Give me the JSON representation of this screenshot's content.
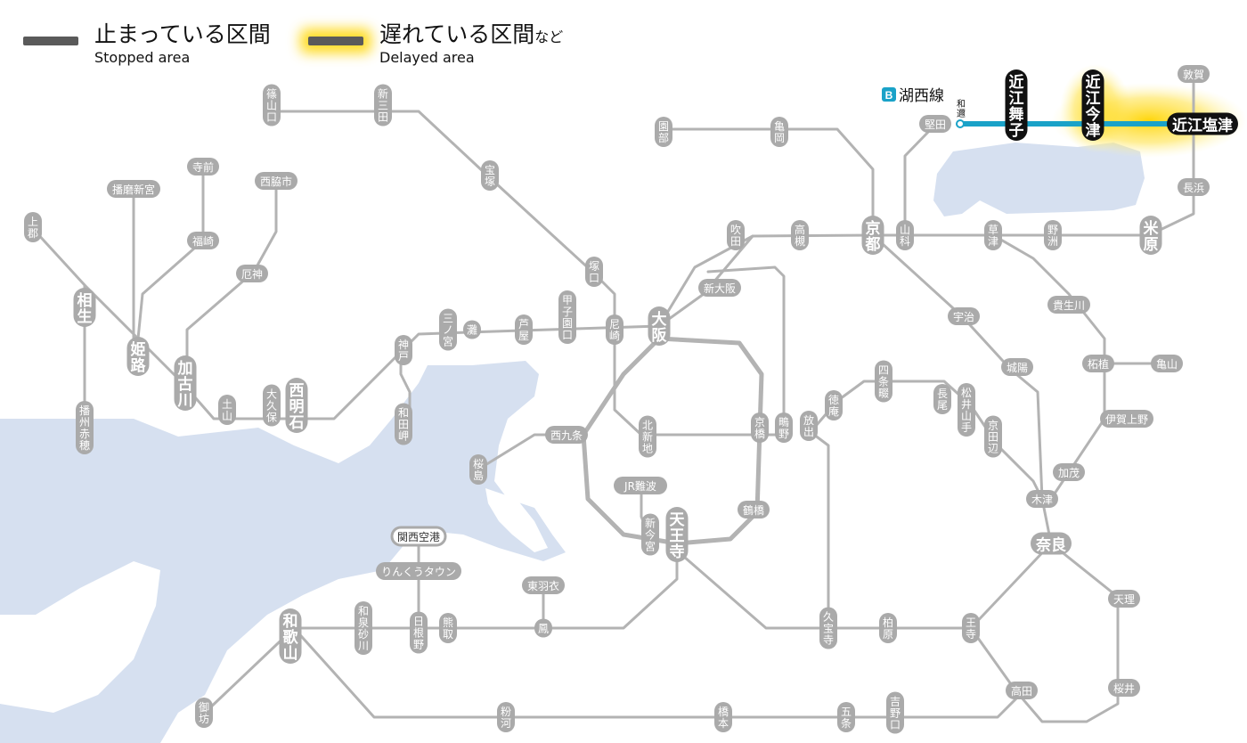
{
  "legend": {
    "stopped": {
      "ja": "止まっている区間",
      "en": "Stopped area"
    },
    "delayed": {
      "ja": "遅れている区間",
      "ja_suffix": "など",
      "en": "Delayed area"
    }
  },
  "colors": {
    "line": "#b3b3b3",
    "station_fill": "#aaaaaa",
    "station_text": "#ffffff",
    "sea": "#d6e0f0",
    "kosei_line": "#1aa2c8",
    "highlight_station": "#111111",
    "delay_glow": "#ffd400"
  },
  "kosei_label": {
    "badge": "B",
    "name": "湖西線"
  },
  "stations": [
    {
      "id": "sasayamaguchi",
      "label": "篠山口"
    },
    {
      "id": "shinsanda",
      "label": "新三田"
    },
    {
      "id": "sonobe",
      "label": "園部"
    },
    {
      "id": "kameoka",
      "label": "亀岡"
    },
    {
      "id": "katata",
      "label": "堅田"
    },
    {
      "id": "wani",
      "label": "和邇"
    },
    {
      "id": "omimaiko",
      "label": "近江舞子"
    },
    {
      "id": "omiimazu",
      "label": "近江今津"
    },
    {
      "id": "omishiotsu",
      "label": "近江塩津"
    },
    {
      "id": "tsuruga",
      "label": "敦賀"
    },
    {
      "id": "nagahama",
      "label": "長浜"
    },
    {
      "id": "maibara",
      "label": "米原"
    },
    {
      "id": "yasu",
      "label": "野洲"
    },
    {
      "id": "kusatsu",
      "label": "草津"
    },
    {
      "id": "yamashina",
      "label": "山科"
    },
    {
      "id": "kyoto",
      "label": "京都"
    },
    {
      "id": "takatsuki",
      "label": "高槻"
    },
    {
      "id": "suita",
      "label": "吹田"
    },
    {
      "id": "takarazuka",
      "label": "宝塚"
    },
    {
      "id": "tsukaguchi",
      "label": "塚口"
    },
    {
      "id": "shinosaka",
      "label": "新大阪"
    },
    {
      "id": "osaka",
      "label": "大阪"
    },
    {
      "id": "amagasaki",
      "label": "尼崎"
    },
    {
      "id": "koshienguchi",
      "label": "甲子園口"
    },
    {
      "id": "ashiya",
      "label": "芦屋"
    },
    {
      "id": "nada",
      "label": "灘"
    },
    {
      "id": "sannomiya",
      "label": "三ノ宮"
    },
    {
      "id": "kobe",
      "label": "神戸"
    },
    {
      "id": "wadamisaki",
      "label": "和田岬"
    },
    {
      "id": "nishiakashi",
      "label": "西明石"
    },
    {
      "id": "okubo",
      "label": "大久保"
    },
    {
      "id": "dobayama",
      "label": "土山"
    },
    {
      "id": "kakogawa",
      "label": "加古川"
    },
    {
      "id": "yakujin",
      "label": "厄神"
    },
    {
      "id": "nishiwakishi",
      "label": "西脇市"
    },
    {
      "id": "fukusaki",
      "label": "福崎"
    },
    {
      "id": "teramae",
      "label": "寺前"
    },
    {
      "id": "harimashingu",
      "label": "播磨新宮"
    },
    {
      "id": "himeji",
      "label": "姫路"
    },
    {
      "id": "aioi",
      "label": "相生"
    },
    {
      "id": "kamigori",
      "label": "上郡"
    },
    {
      "id": "banshuako",
      "label": "播州赤穂"
    },
    {
      "id": "uji",
      "label": "宇治"
    },
    {
      "id": "joyo",
      "label": "城陽"
    },
    {
      "id": "kibukawa",
      "label": "貴生川"
    },
    {
      "id": "tsuge",
      "label": "柘植"
    },
    {
      "id": "kameyama",
      "label": "亀山"
    },
    {
      "id": "igaueno",
      "label": "伊賀上野"
    },
    {
      "id": "kamo",
      "label": "加茂"
    },
    {
      "id": "kizu",
      "label": "木津"
    },
    {
      "id": "nara",
      "label": "奈良"
    },
    {
      "id": "tenri",
      "label": "天理"
    },
    {
      "id": "sakurai",
      "label": "桜井"
    },
    {
      "id": "takada",
      "label": "高田"
    },
    {
      "id": "oji",
      "label": "王寺"
    },
    {
      "id": "kashiwara",
      "label": "柏原"
    },
    {
      "id": "kyuhoji",
      "label": "久宝寺"
    },
    {
      "id": "hanaten",
      "label": "放出"
    },
    {
      "id": "shigino",
      "label": "鴫野"
    },
    {
      "id": "kyobashi",
      "label": "京橋"
    },
    {
      "id": "tokuan",
      "label": "徳庵"
    },
    {
      "id": "shijonawate",
      "label": "四条畷"
    },
    {
      "id": "nagao",
      "label": "長尾"
    },
    {
      "id": "matsuiyamate",
      "label": "松井山手"
    },
    {
      "id": "kyotanabe",
      "label": "京田辺"
    },
    {
      "id": "kitashinchi",
      "label": "北新地"
    },
    {
      "id": "nishikujo",
      "label": "西九条"
    },
    {
      "id": "sakurajima",
      "label": "桜島"
    },
    {
      "id": "jrnamba",
      "label": "JR難波"
    },
    {
      "id": "shinimamiya",
      "label": "新今宮"
    },
    {
      "id": "tennoji",
      "label": "天王寺"
    },
    {
      "id": "tsuruhashi",
      "label": "鶴橋"
    },
    {
      "id": "kanku",
      "label": "関西空港"
    },
    {
      "id": "rinku",
      "label": "りんくうタウン"
    },
    {
      "id": "higashihagoromo",
      "label": "東羽衣"
    },
    {
      "id": "otori",
      "label": "鳳"
    },
    {
      "id": "kumatori",
      "label": "熊取"
    },
    {
      "id": "hineno",
      "label": "日根野"
    },
    {
      "id": "izumisunagawa",
      "label": "和泉砂川"
    },
    {
      "id": "wakayama",
      "label": "和歌山"
    },
    {
      "id": "gobo",
      "label": "御坊"
    },
    {
      "id": "kokawa",
      "label": "粉河"
    },
    {
      "id": "hashimoto",
      "label": "橋本"
    },
    {
      "id": "gojo",
      "label": "五条"
    },
    {
      "id": "yoshinoguchi",
      "label": "吉野口"
    }
  ]
}
